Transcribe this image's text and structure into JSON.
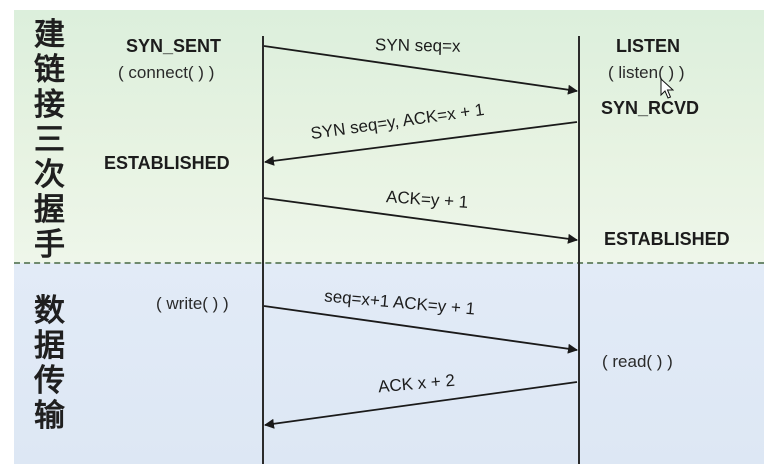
{
  "sections": {
    "handshake_label": "建链接三次握手",
    "data_label": "数据传输"
  },
  "client": {
    "syn_sent": "SYN_SENT",
    "connect_call": "( connect( ) )",
    "established": "ESTABLISHED",
    "write_call": "( write( ) )"
  },
  "server": {
    "listen": "LISTEN",
    "listen_call": "( listen( ) )",
    "syn_rcvd": "SYN_RCVD",
    "established": "ESTABLISHED",
    "read_call": "( read( ) )"
  },
  "messages": [
    {
      "label": "SYN seq=x",
      "direction": "client-to-server"
    },
    {
      "label": "SYN seq=y, ACK=x + 1",
      "direction": "server-to-client"
    },
    {
      "label": "ACK=y + 1",
      "direction": "client-to-server"
    },
    {
      "label": "seq=x+1 ACK=y + 1",
      "direction": "client-to-server"
    },
    {
      "label": "ACK x + 2",
      "direction": "server-to-client"
    }
  ],
  "colors": {
    "handshake_bg": "#e3f1df",
    "data_bg": "#dfe8f5",
    "line": "#2b2b2b"
  }
}
